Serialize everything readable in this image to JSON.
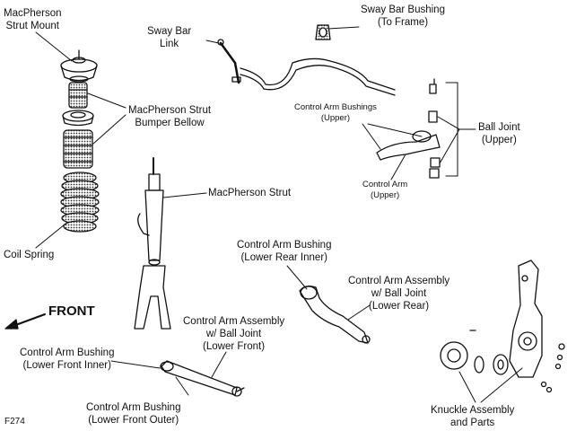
{
  "labels": {
    "strut_mount": [
      "MacPherson",
      "Strut Mount"
    ],
    "sway_bar_link": [
      "Sway Bar",
      "Link"
    ],
    "sway_bar_bushing": [
      "Sway Bar Bushing",
      "(To Frame)"
    ],
    "bumper_bellow": [
      "MacPherson Strut",
      "Bumper Bellow"
    ],
    "control_arm_bushings_upper": [
      "Control Arm Bushings",
      "(Upper)"
    ],
    "ball_joint_upper": [
      "Ball Joint",
      "(Upper)"
    ],
    "control_arm_upper": [
      "Control Arm",
      "(Upper)"
    ],
    "macpherson_strut": [
      "MacPherson Strut"
    ],
    "coil_spring": [
      "Coil Spring"
    ],
    "bushing_lower_rear_inner": [
      "Control Arm Bushing",
      "(Lower Rear Inner)"
    ],
    "assembly_lower_rear": [
      "Control Arm Assembly",
      "w/ Ball Joint",
      "(Lower Rear)"
    ],
    "assembly_lower_front": [
      "Control Arm Assembly",
      "w/ Ball Joint",
      "(Lower Front)"
    ],
    "bushing_lower_front_inner": [
      "Control Arm Bushing",
      "(Lower Front Inner)"
    ],
    "bushing_lower_front_outer": [
      "Control Arm Bushing",
      "(Lower Front Outer)"
    ],
    "knuckle": [
      "Knuckle Assembly",
      "and Parts"
    ]
  },
  "front_label": "FRONT",
  "figure_code": "F274"
}
